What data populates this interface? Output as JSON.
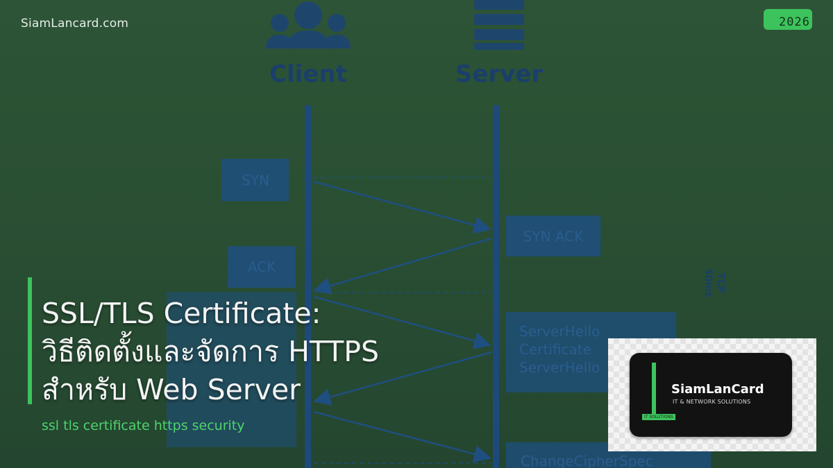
{
  "header": {
    "site_name": "SiamLancard.com",
    "year": "2026"
  },
  "diagram": {
    "client_label": "Client",
    "server_label": "Server",
    "boxes": {
      "syn": "SYN",
      "syn_ack": "SYN ACK",
      "ack": "ACK",
      "server_hello_lines": [
        "ServerHello",
        "Certificate",
        "ServerHello"
      ],
      "change_cipher_spec": "ChangeCipherSpec"
    },
    "tcp_note": "TCP",
    "tcp_time": "50ms"
  },
  "article": {
    "title_lines": [
      "SSL/TLS Certificate:",
      "วิธีติดตั้งและจัดการ HTTPS",
      "สำหรับ Web Server"
    ],
    "tags": "ssl tls certificate https security"
  },
  "logo": {
    "name": "SiamLanCard",
    "subtitle": "IT & NETWORK SOLUTIONS",
    "badge": "IT SOLUTIONS"
  },
  "colors": {
    "accent": "#3dc35d",
    "background": "#2a4f33",
    "diagram_blue": "#1f4f80"
  },
  "icons": [
    "users-group-icon",
    "server-rack-icon",
    "arrow-icon"
  ]
}
